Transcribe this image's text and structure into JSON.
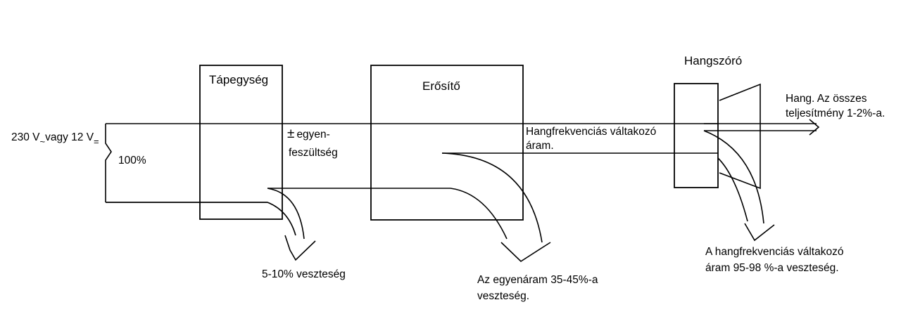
{
  "input": {
    "prefix": "230 V",
    "ac_symbol": "~",
    "middle": "vagy 12 V",
    "dc_symbol": "=",
    "percent": "100%"
  },
  "power_supply": {
    "title": "Tápegység",
    "output_sign": "±",
    "output_line1": "egyen-",
    "output_line2": "feszültség",
    "loss": "5-10% veszteség"
  },
  "amplifier": {
    "title": "Erősítő",
    "output_line1": "Hangfrekvenciás váltakozó",
    "output_line2": "áram.",
    "loss_line1": "Az egyenáram 35-45%-a",
    "loss_line2": "veszteség."
  },
  "speaker": {
    "title": "Hangszóró",
    "output_line1": "Hang. Az összes",
    "output_line2": "teljesítmény 1-2%-a.",
    "loss_line1": "A hangfrekvenciás váltakozó",
    "loss_line2": "áram 95-98 %-a veszteség."
  }
}
